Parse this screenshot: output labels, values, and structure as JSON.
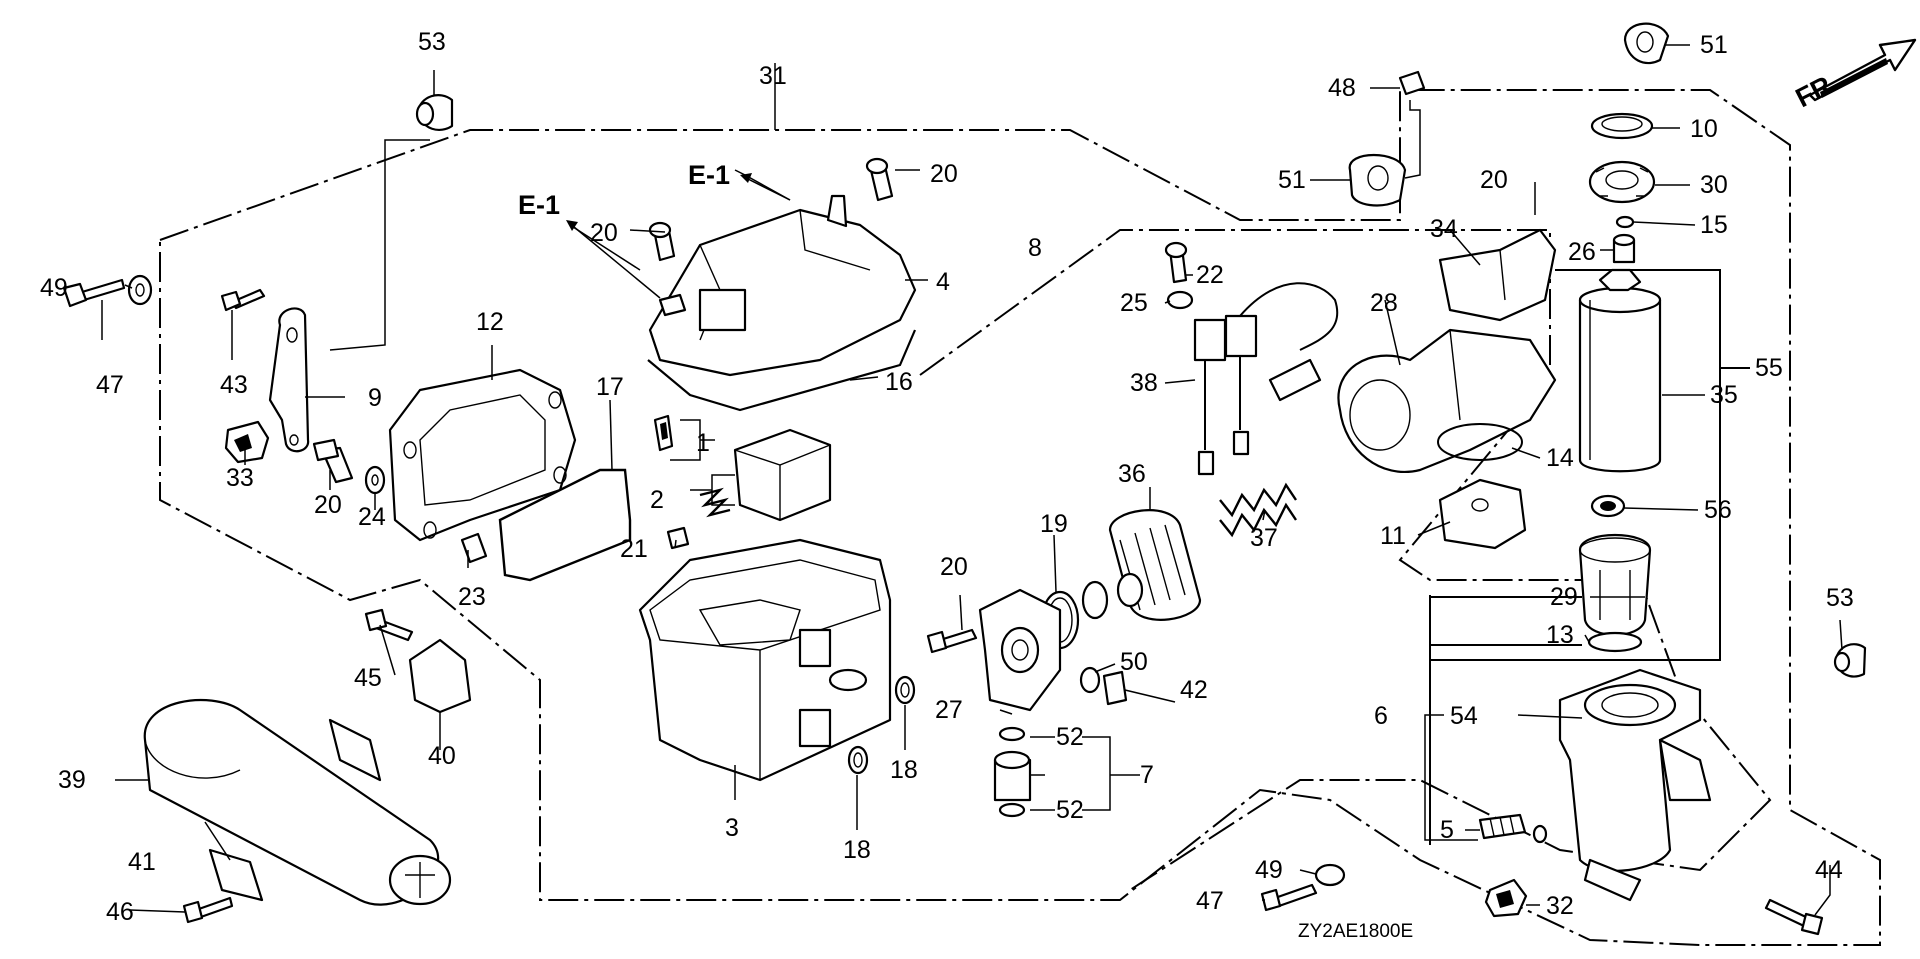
{
  "diagram": {
    "code": "ZY2AE1800E",
    "front_label": "FR.",
    "ref_label": "E-1",
    "callouts": {
      "c1": "1",
      "c2": "2",
      "c3": "3",
      "c4": "4",
      "c5": "5",
      "c6": "6",
      "c7": "7",
      "c8": "8",
      "c9": "9",
      "c10": "10",
      "c11": "11",
      "c12": "12",
      "c13": "13",
      "c14": "14",
      "c15": "15",
      "c16": "16",
      "c17": "17",
      "c18a": "18",
      "c18b": "18",
      "c19": "19",
      "c20a": "20",
      "c20b": "20",
      "c20c": "20",
      "c20d": "20",
      "c20e": "20",
      "c21": "21",
      "c22": "22",
      "c23": "23",
      "c24": "24",
      "c25": "25",
      "c26": "26",
      "c27": "27",
      "c28": "28",
      "c29": "29",
      "c30": "30",
      "c31": "31",
      "c32": "32",
      "c33": "33",
      "c34": "34",
      "c35": "35",
      "c36": "36",
      "c37": "37",
      "c38": "38",
      "c39": "39",
      "c40": "40",
      "c41": "41",
      "c42": "42",
      "c43": "43",
      "c44": "44",
      "c45": "45",
      "c46": "46",
      "c47a": "47",
      "c47b": "47",
      "c48": "48",
      "c49a": "49",
      "c49b": "49",
      "c50": "50",
      "c51a": "51",
      "c51b": "51",
      "c52a": "52",
      "c52b": "52",
      "c53a": "53",
      "c53b": "53",
      "c54": "54",
      "c55": "55",
      "c56": "56"
    }
  }
}
